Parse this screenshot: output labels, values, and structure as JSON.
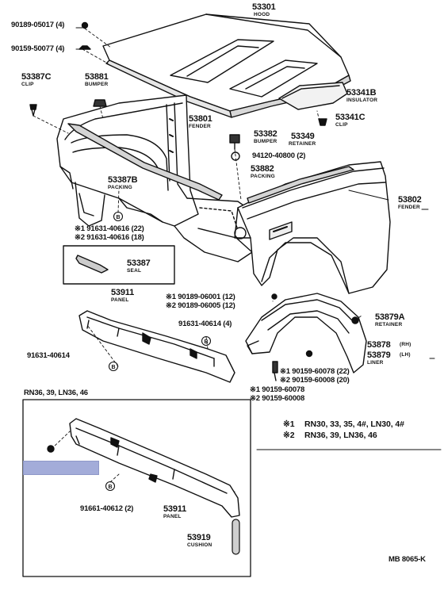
{
  "parts": {
    "hood": {
      "number": "53301",
      "name": "HOOD"
    },
    "hood_insulator": {
      "number": "53341B",
      "name": "INSULATOR"
    },
    "hood_clip": {
      "number": "53341C",
      "name": "CLIP"
    },
    "clip_left": {
      "number": "53387C",
      "name": "CLIP"
    },
    "bumper_left": {
      "number": "53881",
      "name": "BUMPER"
    },
    "fender_left": {
      "number": "53801",
      "name": "FENDER"
    },
    "bumper_right": {
      "number": "53382",
      "name": "BUMPER"
    },
    "retainer_top": {
      "number": "53349",
      "name": "RETAINER"
    },
    "packing_left": {
      "number": "53387B",
      "name": "PACKING"
    },
    "packing_right": {
      "number": "53882",
      "name": "PACKING"
    },
    "fender_right": {
      "number": "53802",
      "name": "FENDER"
    },
    "seal": {
      "number": "53387",
      "name": "SEAL"
    },
    "panel_upper": {
      "number": "53911",
      "name": "PANEL"
    },
    "retainer_liner": {
      "number": "53879A",
      "name": "RETAINER"
    },
    "liner_rh": {
      "number": "53878",
      "name": "(RH)"
    },
    "liner_lh": {
      "number": "53879",
      "name": "(LH)",
      "sub": "LINER"
    },
    "panel_lower": {
      "number": "53911",
      "name": "PANEL"
    },
    "cushion": {
      "number": "53919",
      "name": "CUSHION"
    }
  },
  "refs": {
    "r1": "90189-05017 (4)",
    "r2": "90159-50077 (4)",
    "r3": "94120-40800 (2)",
    "r4": "※1 91631-40616 (22)",
    "r5": "※2 91631-40616 (18)",
    "r6": "※1 90189-06001 (12)",
    "r7": "※2 90189-06005 (12)",
    "r8": "91631-40614 (4)",
    "r9": "91631-40614",
    "r10": "※1 90159-60078 (22)",
    "r11": "※2 90159-60008 (20)",
    "r12": "※1 90159-60078",
    "r13": "※2 90159-60008",
    "r14": "91661-40612 (2)"
  },
  "inset_title": "RN36, 39, LN36, 46",
  "notes": [
    {
      "mark": "※1",
      "text": "RN30, 33, 35, 4#, LN30, 4#"
    },
    {
      "mark": "※2",
      "text": "RN36, 39, LN36, 46"
    }
  ],
  "diagram_code": "MB 8065-K",
  "highlight_color": "#a3acd9"
}
